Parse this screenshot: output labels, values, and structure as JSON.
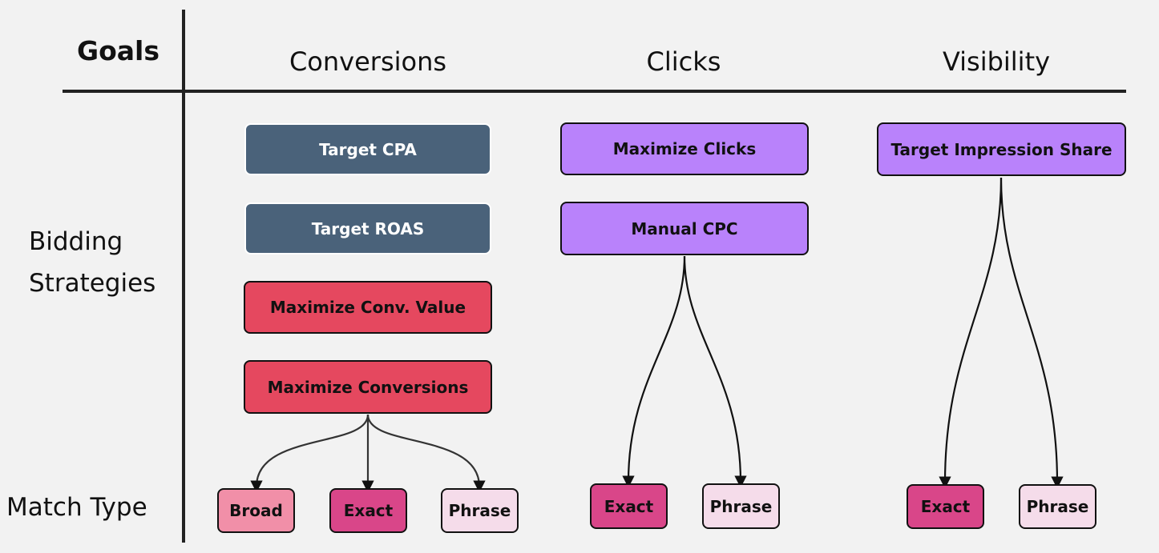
{
  "header": {
    "goals": "Goals",
    "columns": [
      "Conversions",
      "Clicks",
      "Visibility"
    ]
  },
  "rows": {
    "bidding": [
      "Bidding",
      "Strategies"
    ],
    "match": "Match Type"
  },
  "conversions": {
    "strategies": [
      "Target CPA",
      "Target ROAS",
      "Maximize Conv. Value",
      "Maximize Conversions"
    ],
    "match_types": [
      "Broad",
      "Exact",
      "Phrase"
    ]
  },
  "clicks": {
    "strategies": [
      "Maximize Clicks",
      "Manual CPC"
    ],
    "match_types": [
      "Exact",
      "Phrase"
    ]
  },
  "visibility": {
    "strategies": [
      "Target Impression Share"
    ],
    "match_types": [
      "Exact",
      "Phrase"
    ]
  },
  "colors": {
    "slate": "#4a627a",
    "red": "#e5485f",
    "purple": "#b982fb",
    "broad": "#f18fa8",
    "exact": "#d94689",
    "phrase": "#f5dcea",
    "background": "#f2f2f2"
  }
}
